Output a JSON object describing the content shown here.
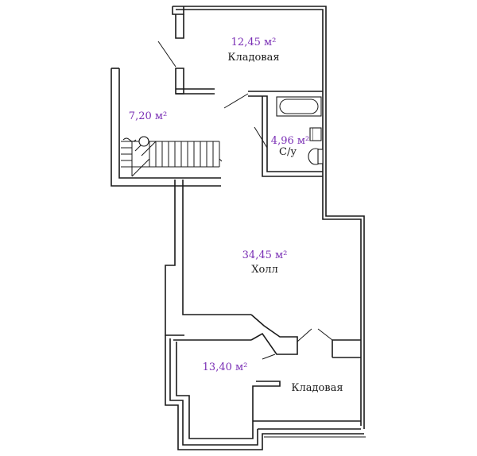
{
  "rooms": [
    {
      "id": "storage-top",
      "area": "12,45 м²",
      "name": "Кладовая"
    },
    {
      "id": "stair-hall",
      "area": "7,20 м²",
      "name": ""
    },
    {
      "id": "bathroom",
      "area": "4,96 м²",
      "name": "С/у"
    },
    {
      "id": "hall",
      "area": "34,45 м²",
      "name": "Холл"
    },
    {
      "id": "room-bottom",
      "area": "13,40 м²",
      "name": ""
    },
    {
      "id": "storage-bottom",
      "area": "",
      "name": "Кладовая"
    }
  ],
  "colors": {
    "area_text": "#7a2fb5",
    "walls": "#1a1a1a"
  }
}
